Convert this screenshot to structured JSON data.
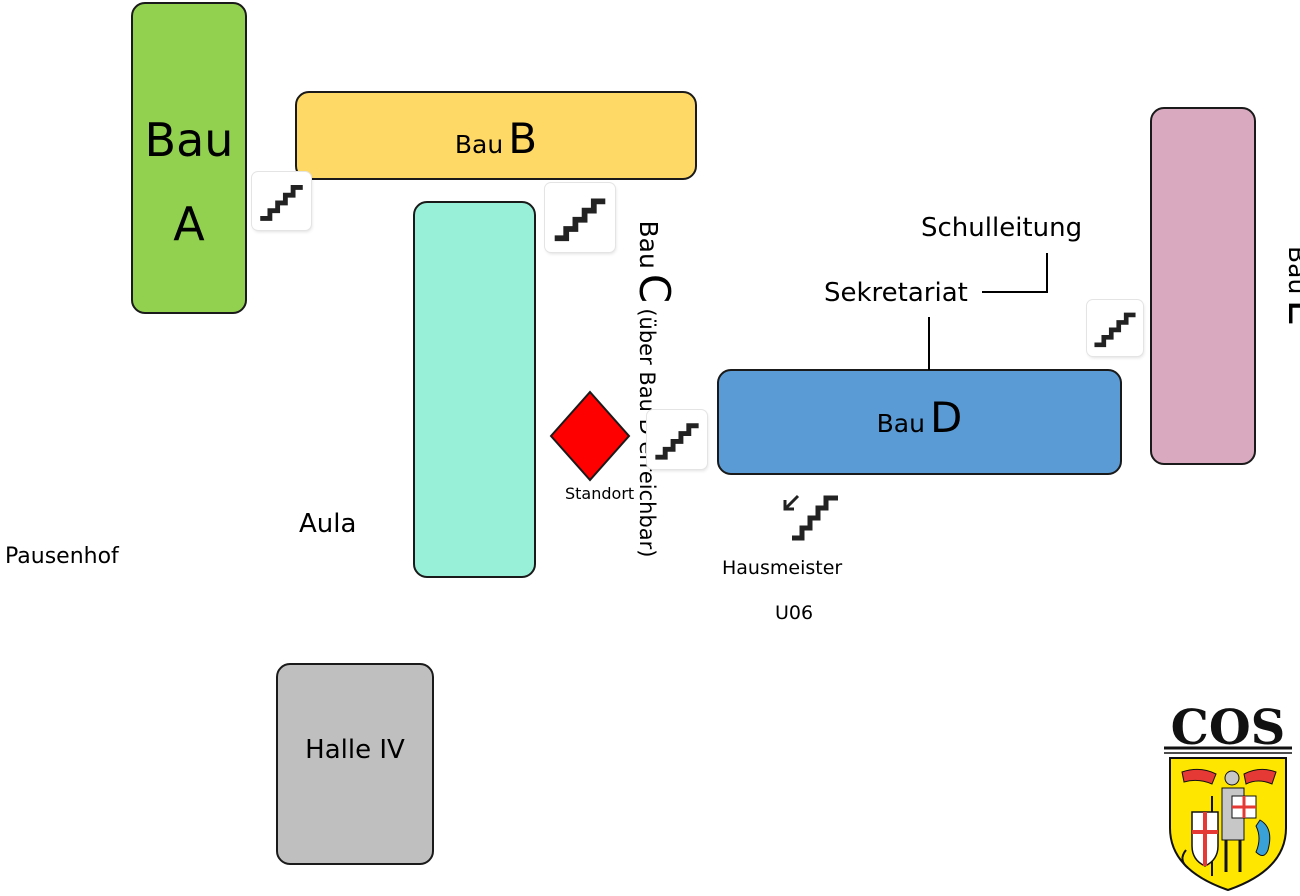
{
  "buildings": {
    "a": {
      "word": "Bau",
      "letter": "A",
      "color": "#92d050"
    },
    "b": {
      "word": "Bau",
      "letter": "B",
      "color": "#ffd966"
    },
    "c": {
      "word": "Bau",
      "letter": "C",
      "note": "(über Bau D erreichbar)",
      "color": "#99f0d8"
    },
    "d": {
      "word": "Bau",
      "letter": "D",
      "color": "#5b9bd5"
    },
    "e": {
      "word": "Bau",
      "letter": "E",
      "color": "#d9aabf"
    },
    "halle": {
      "label": "Halle IV",
      "color": "#bfbfbf"
    }
  },
  "labels": {
    "aula": "Aula",
    "pausenhof": "Pausenhof",
    "schulleitung": "Schulleitung",
    "sekretariat": "Sekretariat",
    "standort": "Standort",
    "hausmeister": "Hausmeister",
    "u06": "U06"
  },
  "icons": {
    "stairs": "stairs-icon",
    "stairs_down": "stairs-down-icon",
    "location_marker": "red-diamond-marker",
    "logo": "cos-logo-coat-of-arms"
  },
  "logo": {
    "text": "COS"
  },
  "colors": {
    "marker": "#ff0000"
  }
}
